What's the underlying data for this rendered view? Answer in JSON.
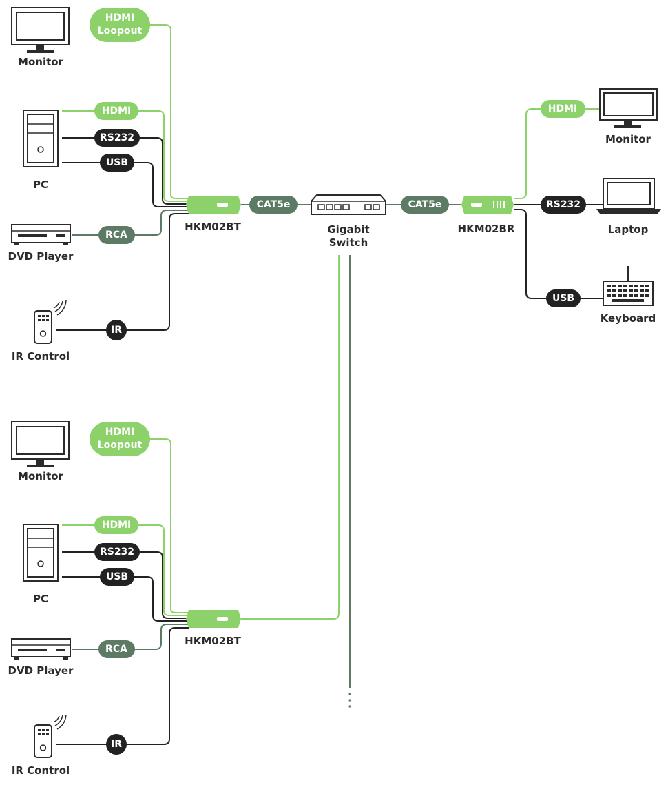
{
  "colors": {
    "green": "#8dd16b",
    "dark": "#222222",
    "slate": "#5c7a64",
    "text": "#2b2b2b"
  },
  "labels": {
    "monitor": "Monitor",
    "pc": "PC",
    "dvd_player": "DVD Player",
    "ir_control": "IR Control",
    "transmitter": "HKM02BT",
    "receiver": "HKM02BR",
    "switch_line1": "Gigabit",
    "switch_line2": "Switch",
    "laptop": "Laptop",
    "keyboard": "Keyboard"
  },
  "cables": {
    "hdmi_loopout_line1": "HDMI",
    "hdmi_loopout_line2": "Loopout",
    "hdmi": "HDMI",
    "rs232": "RS232",
    "usb": "USB",
    "rca": "RCA",
    "ir": "IR",
    "cat5e": "CAT5e"
  },
  "icons": [
    "monitor-icon",
    "pc-tower-icon",
    "dvd-player-icon",
    "ir-remote-icon",
    "extender-icon",
    "network-switch-icon",
    "laptop-icon",
    "keyboard-icon"
  ]
}
